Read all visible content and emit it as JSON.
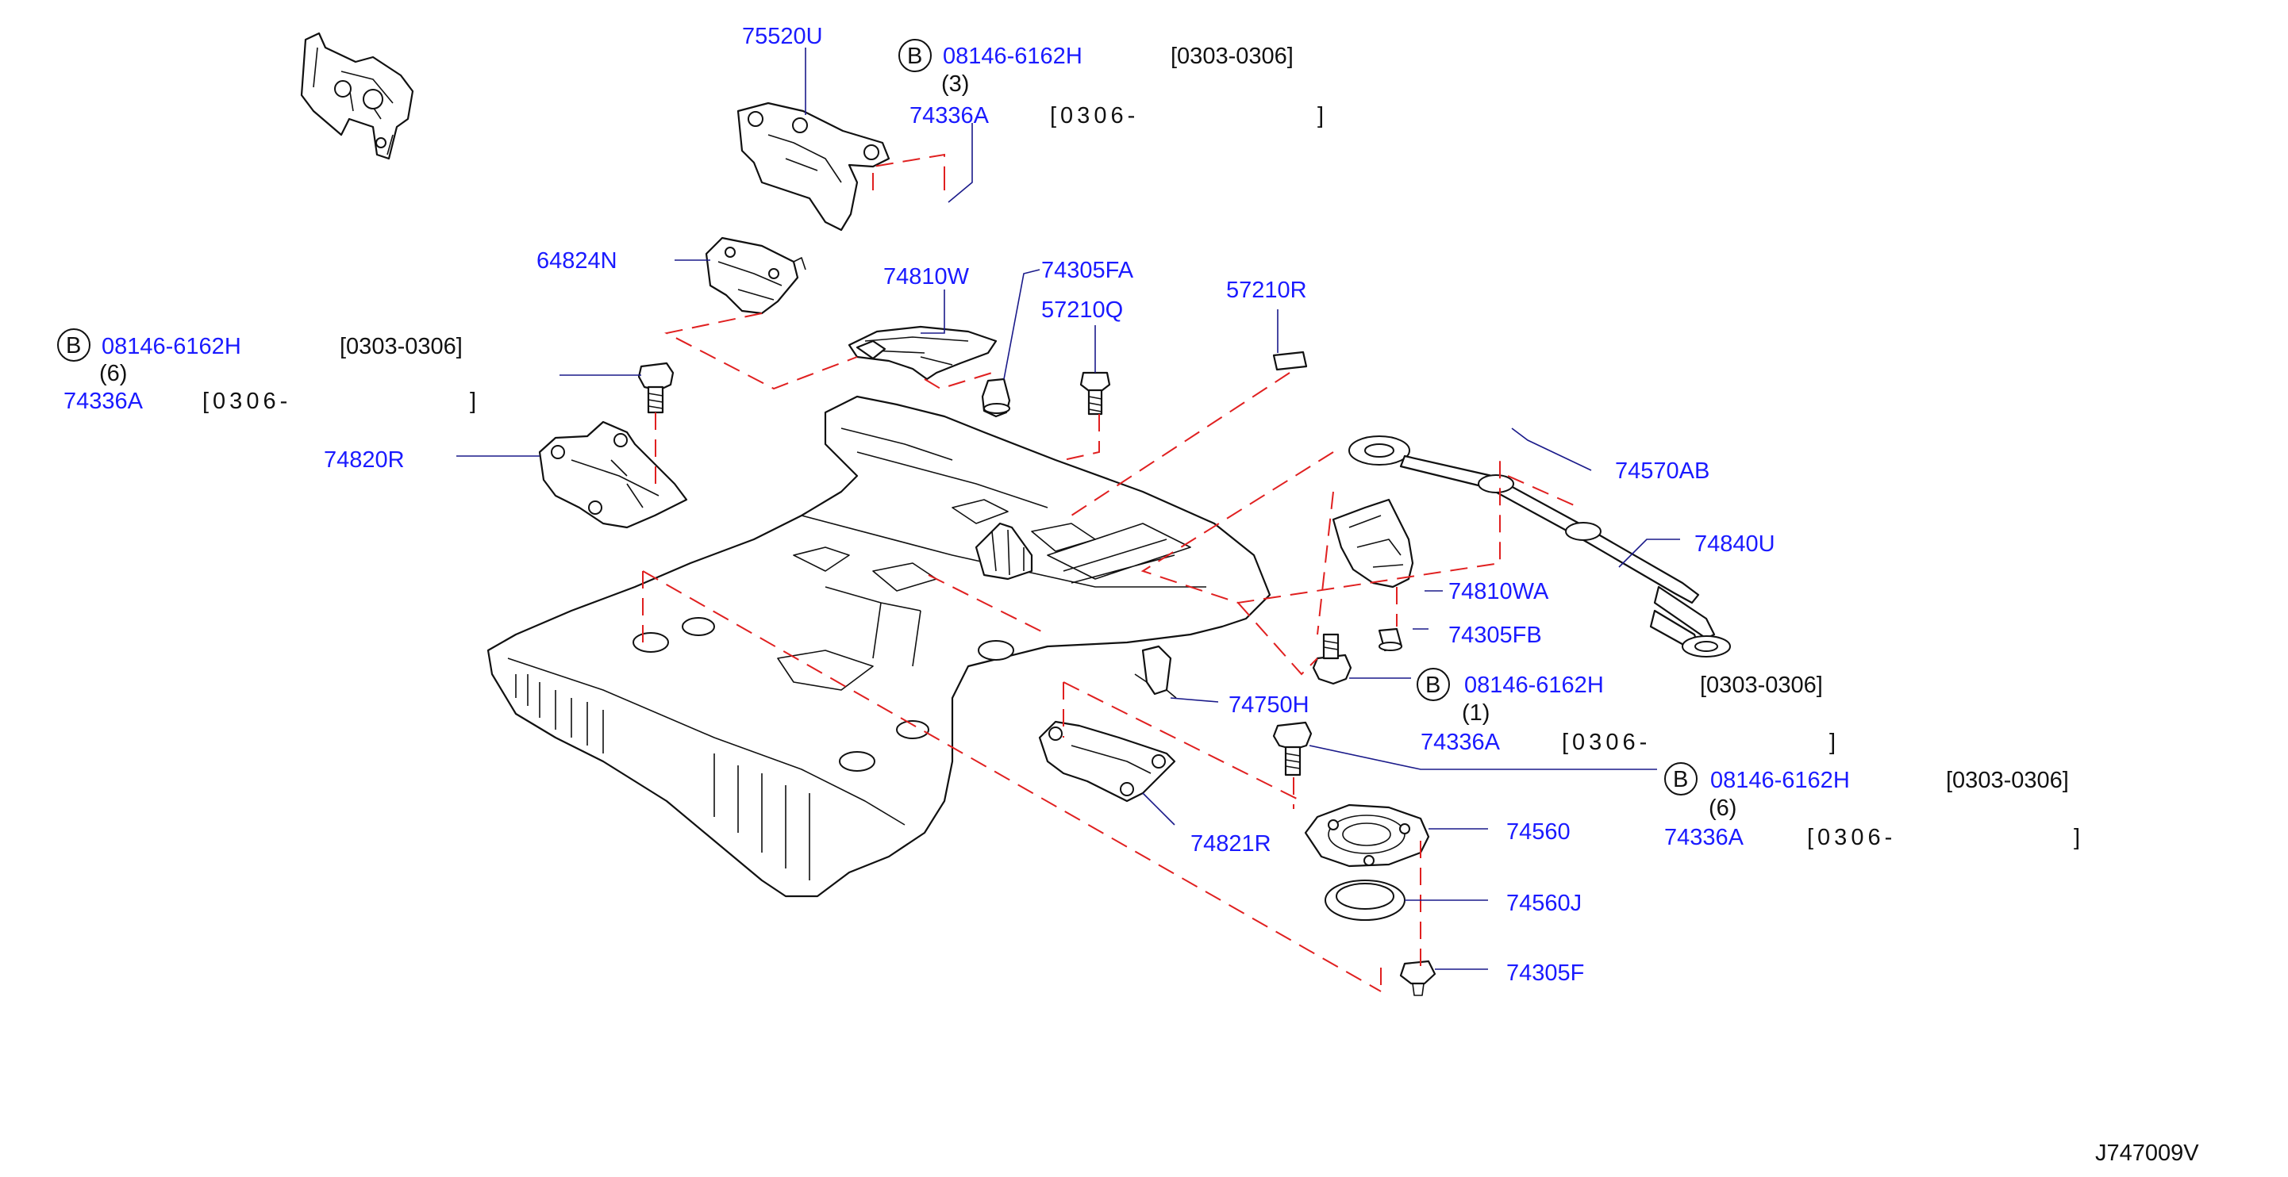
{
  "diagram_id": "J747009V",
  "callouts": [
    {
      "id": "c1",
      "text": "75520U",
      "kind": "part"
    },
    {
      "id": "c2",
      "badge": "B",
      "text": "08146-6162H",
      "kind": "bolt"
    },
    {
      "id": "c3",
      "text": "[0303-0306]",
      "kind": "note"
    },
    {
      "id": "c4",
      "text": "(3)",
      "kind": "qty"
    },
    {
      "id": "c5",
      "text": "74336A",
      "kind": "part"
    },
    {
      "id": "c6",
      "text": "[0306-",
      "kind": "note",
      "close": "]"
    },
    {
      "id": "c7",
      "text": "64824N",
      "kind": "part"
    },
    {
      "id": "c8",
      "text": "74810W",
      "kind": "part"
    },
    {
      "id": "c9",
      "text": "74305FA",
      "kind": "part"
    },
    {
      "id": "c10",
      "text": "57210Q",
      "kind": "part"
    },
    {
      "id": "c11",
      "text": "57210R",
      "kind": "part"
    },
    {
      "id": "c12",
      "badge": "B",
      "text": "08146-6162H",
      "kind": "bolt"
    },
    {
      "id": "c13",
      "text": "[0303-0306]",
      "kind": "note"
    },
    {
      "id": "c14",
      "text": "(6)",
      "kind": "qty"
    },
    {
      "id": "c15",
      "text": "74336A",
      "kind": "part"
    },
    {
      "id": "c16",
      "text": "[0306-",
      "kind": "note",
      "close": "]"
    },
    {
      "id": "c17",
      "text": "74820R",
      "kind": "part"
    },
    {
      "id": "c18",
      "text": "74570AB",
      "kind": "part"
    },
    {
      "id": "c19",
      "text": "74840U",
      "kind": "part"
    },
    {
      "id": "c20",
      "text": "74810WA",
      "kind": "part"
    },
    {
      "id": "c21",
      "text": "74305FB",
      "kind": "part"
    },
    {
      "id": "c22",
      "badge": "B",
      "text": "08146-6162H",
      "kind": "bolt"
    },
    {
      "id": "c23",
      "text": "[0303-0306]",
      "kind": "note"
    },
    {
      "id": "c24",
      "text": "(1)",
      "kind": "qty"
    },
    {
      "id": "c25",
      "text": "74336A",
      "kind": "part"
    },
    {
      "id": "c26",
      "text": "[0306-",
      "kind": "note",
      "close": "]"
    },
    {
      "id": "c27",
      "text": "74750H",
      "kind": "part"
    },
    {
      "id": "c28",
      "badge": "B",
      "text": "08146-6162H",
      "kind": "bolt"
    },
    {
      "id": "c29",
      "text": "[0303-0306]",
      "kind": "note"
    },
    {
      "id": "c30",
      "text": "(6)",
      "kind": "qty"
    },
    {
      "id": "c31",
      "text": "74336A",
      "kind": "part"
    },
    {
      "id": "c32",
      "text": "[0306-",
      "kind": "note",
      "close": "]"
    },
    {
      "id": "c33",
      "text": "74821R",
      "kind": "part"
    },
    {
      "id": "c34",
      "text": "74560",
      "kind": "part"
    },
    {
      "id": "c35",
      "text": "74560J",
      "kind": "part"
    },
    {
      "id": "c36",
      "text": "74305F",
      "kind": "part"
    }
  ],
  "colors": {
    "part_number": "#1a1aff",
    "leader": "#1a1a8a",
    "dashed_guide": "#e02020",
    "line_art": "#111111"
  }
}
